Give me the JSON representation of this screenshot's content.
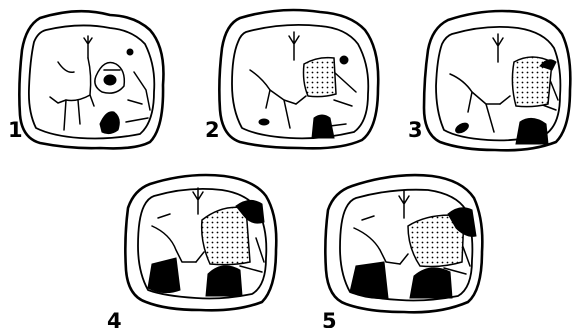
{
  "figure": {
    "teeth": [
      {
        "label": "1",
        "stage": 1
      },
      {
        "label": "2",
        "stage": 2
      },
      {
        "label": "3",
        "stage": 3
      },
      {
        "label": "4",
        "stage": 4
      },
      {
        "label": "5",
        "stage": 5
      }
    ],
    "colors": {
      "ink": "#000000",
      "background": "#ffffff"
    }
  }
}
